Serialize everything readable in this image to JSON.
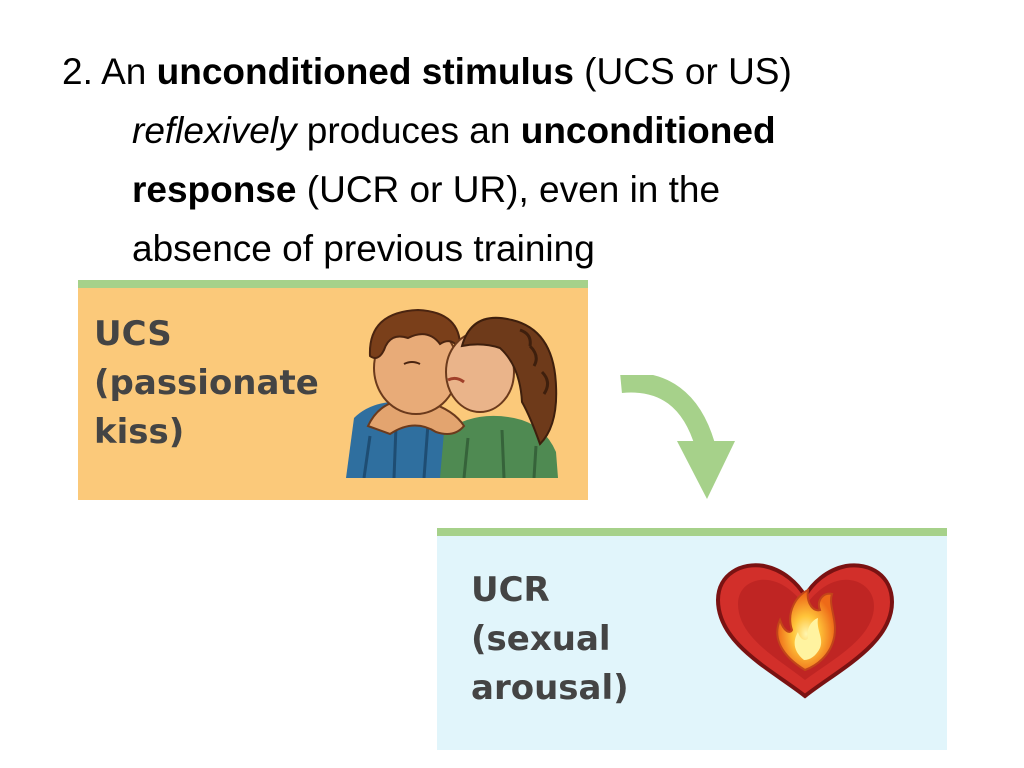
{
  "statement": {
    "number": "2. An ",
    "term1": "unconditioned stimulus",
    "abbr1": " (UCS or US)",
    "adverb": "reflexively",
    "verb": " produces an ",
    "term2a": "unconditioned",
    "term2b": "response",
    "abbr2": " (UCR or UR), even in the",
    "tail": "absence of previous training"
  },
  "ucs_box": {
    "label": "UCS",
    "desc_line1": "(passionate",
    "desc_line2": "kiss)",
    "icon": "kissing-couple-icon",
    "color": "#fbc97a"
  },
  "ucr_box": {
    "label": "UCR",
    "desc_line1": "(sexual",
    "desc_line2": "arousal)",
    "icon": "flaming-heart-icon",
    "color": "#e1f5fb"
  },
  "arrow": {
    "icon": "curved-arrow-icon",
    "color": "#a6d18a"
  }
}
